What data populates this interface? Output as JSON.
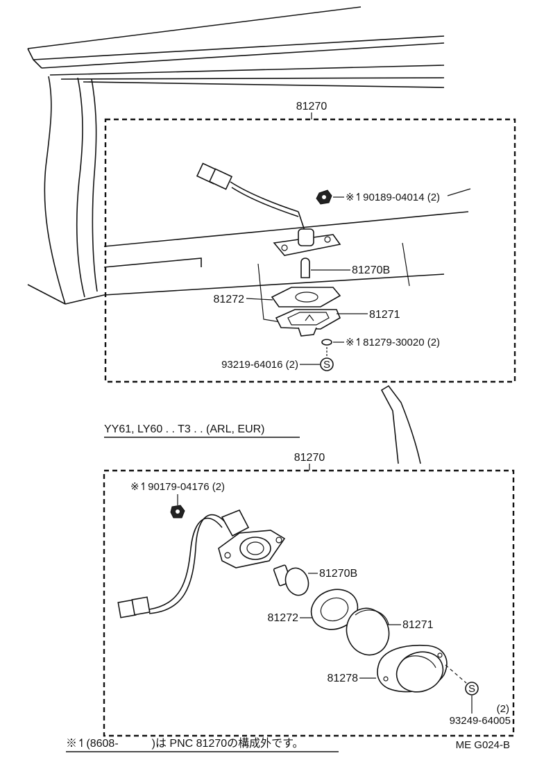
{
  "top_diagram": {
    "assembly_label": "81270",
    "labels": {
      "nut": "※↿90189-04014 (2)",
      "bulb": "81270B",
      "gasket": "81272",
      "lens": "81271",
      "washer": "※↿81279-30020 (2)",
      "screw": "93219-64016 (2)"
    }
  },
  "variant_caption": "YY61, LY60 . . T3 . . (ARL, EUR)",
  "bottom_diagram": {
    "assembly_label": "81270",
    "labels": {
      "nut": "※↿90179-04176 (2)",
      "bulb": "81270B",
      "gasket": "81272",
      "lens": "81271",
      "housing": "81278",
      "screw_qty": "(2)",
      "screw": "93249-64005"
    }
  },
  "footer_note": "※↿(8608-　　　)は PNC 81270の構成外です。",
  "figure_code": "ME  G024-B",
  "screw_symbol": "S"
}
